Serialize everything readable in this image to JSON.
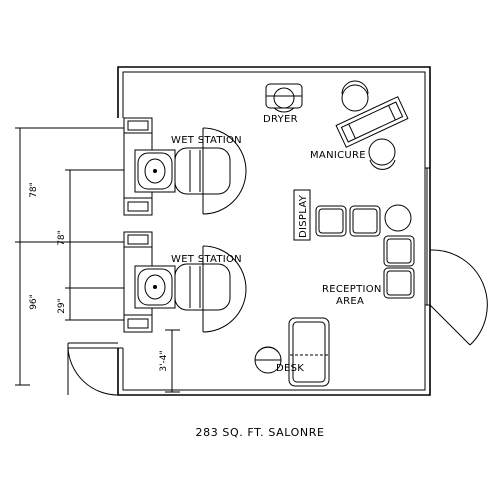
{
  "plan": {
    "title": "283 SQ. FT. SALONRE",
    "rooms": {
      "dryer": "DRYER",
      "wet_station_top": "WET STATION",
      "wet_station_bottom": "WET STATION",
      "manicure": "MANICURE",
      "display": "DISPLAY",
      "reception_line1": "RECEPTION",
      "reception_line2": "AREA",
      "desk": "DESK"
    },
    "dimensions": {
      "outer_upper": "78\"",
      "outer_lower": "96\"",
      "inner_upper": "78\"",
      "inner_lower": "29\"",
      "door_clear": "3'-4\""
    }
  }
}
